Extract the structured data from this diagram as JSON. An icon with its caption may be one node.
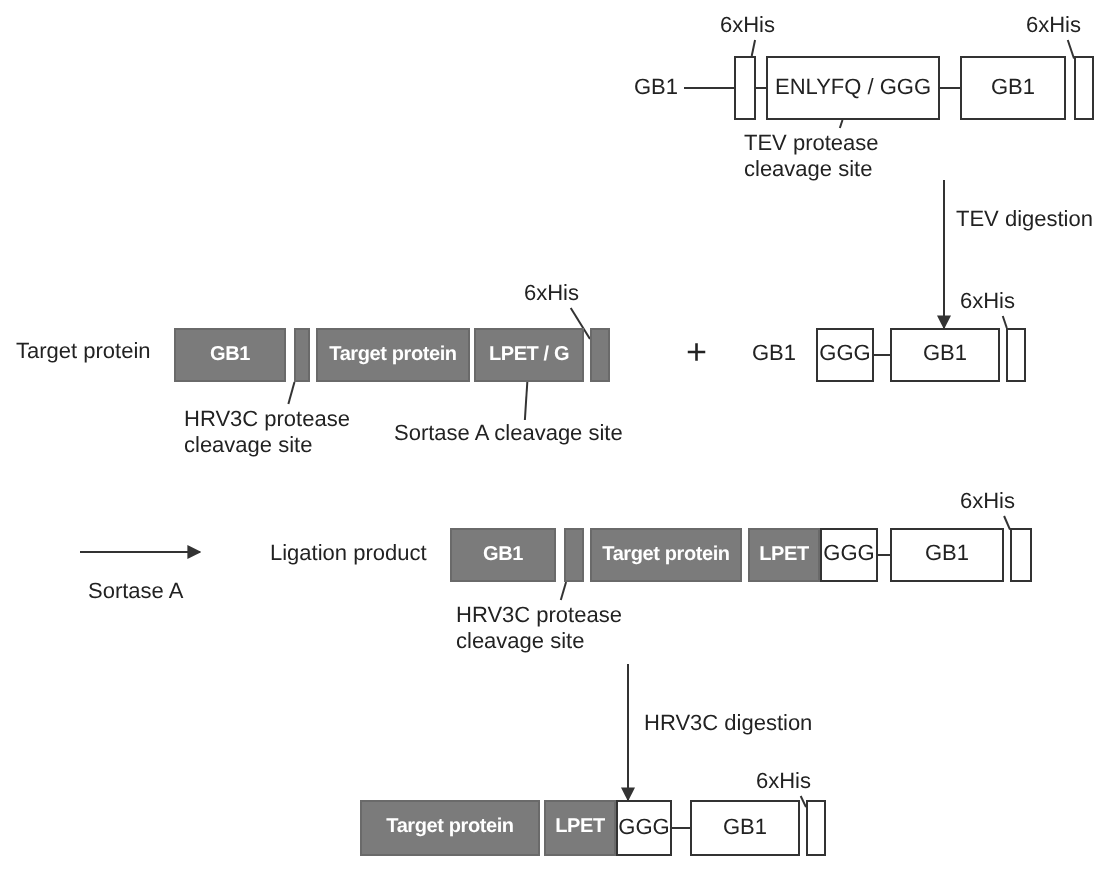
{
  "diagram": {
    "nodes": [
      {
        "text": [
          "GB1"
        ]
      },
      {
        "text": [],
        "shape": "box"
      },
      {
        "text": [
          "ENLYFQ / GGG"
        ]
      },
      {
        "text": [
          "GB1"
        ]
      },
      {
        "text": [],
        "shape": "box"
      },
      {
        "text": [
          "6xHis"
        ]
      },
      {
        "text": [
          "6xHis"
        ]
      },
      {
        "text": [
          "TEV protease cleavage site"
        ]
      },
      {
        "text": [
          "GB1"
        ]
      },
      {
        "text": [],
        "shape": "box"
      },
      {
        "text": [
          "Target protein"
        ]
      },
      {
        "text": [
          "LPET / G"
        ]
      },
      {
        "text": [],
        "shape": "box"
      },
      {
        "text": [
          "6xHis"
        ]
      },
      {
        "text": [
          "HRV3C protease cleavage site"
        ]
      },
      {
        "text": [
          "Sortase A cleavage site"
        ]
      },
      {
        "text": [
          "GGG"
        ]
      },
      {
        "text": [
          "GB1"
        ]
      },
      {
        "text": [],
        "shape": "box"
      },
      {
        "text": [
          "6xHis"
        ]
      },
      {
        "text": [
          "GB1"
        ]
      },
      {
        "text": [],
        "shape": "box"
      },
      {
        "text": [
          "Target protein"
        ]
      },
      {
        "text": [
          "LPET"
        ]
      },
      {
        "text": [
          "GGG"
        ]
      },
      {
        "text": [
          "GB1"
        ]
      },
      {
        "text": [],
        "shape": "box"
      },
      {
        "text": [
          "6xHis"
        ]
      },
      {
        "text": [
          "HRV3C protease cleavage site"
        ]
      },
      {
        "text": [
          "Target protein"
        ]
      },
      {
        "text": [
          "LPET"
        ]
      },
      {
        "text": [
          "GGG"
        ]
      },
      {
        "text": [
          "GB1"
        ]
      },
      {
        "text": [],
        "shape": "box"
      },
      {
        "text": [
          "6xHis"
        ]
      }
    ],
    "edges": [
      {
        "from": 0,
        "to": 1,
        "arrow": "none"
      },
      {
        "from": 1,
        "to": 2,
        "arrow": "none"
      },
      {
        "from": 2,
        "to": 3,
        "arrow": "none"
      },
      {
        "from": 5,
        "to": 1,
        "arrow": "none"
      },
      {
        "from": 6,
        "to": 4,
        "arrow": "none"
      },
      {
        "from": 7,
        "to": 2,
        "arrow": "none"
      },
      {
        "from": null,
        "to": 17,
        "arrow": "to",
        "label": "TEV digestion"
      },
      {
        "from": 13,
        "to": 12,
        "arrow": "none"
      },
      {
        "from": 14,
        "to": 9,
        "arrow": "none"
      },
      {
        "from": 15,
        "to": 11,
        "arrow": "none"
      },
      {
        "from": 16,
        "to": 17,
        "arrow": "none"
      },
      {
        "from": 19,
        "to": 18,
        "arrow": "none"
      },
      {
        "from": 27,
        "to": 26,
        "arrow": "none"
      },
      {
        "from": 28,
        "to": 21,
        "arrow": "none"
      },
      {
        "from": 24,
        "to": 25,
        "arrow": "none"
      },
      {
        "from": 28,
        "to": 31,
        "arrow": "to",
        "label": "HRV3C digestion"
      },
      {
        "from": 31,
        "to": 32,
        "arrow": "none"
      },
      {
        "from": 34,
        "to": 33,
        "arrow": "none"
      }
    ],
    "labels": [
      "Target protein",
      "+",
      "GB1",
      "Sortase A",
      "Ligation product"
    ]
  }
}
